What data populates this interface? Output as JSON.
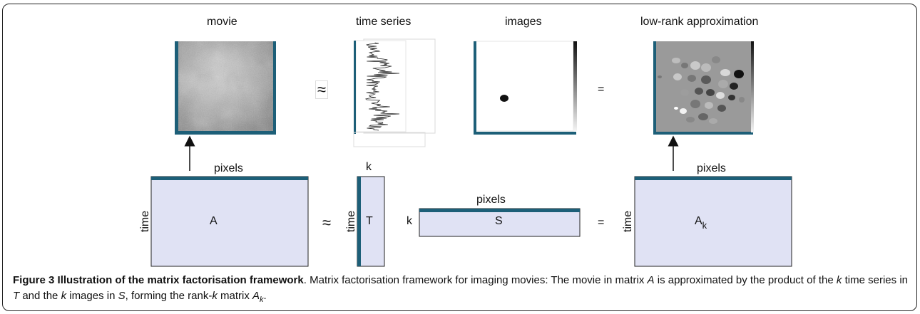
{
  "panels": {
    "movie_label": "movie",
    "time_series_label": "time series",
    "images_label": "images",
    "lowrank_label": "low-rank approximation",
    "approx_symbol": "≈",
    "equals_symbol": "="
  },
  "matrices": {
    "pixels_label": "pixels",
    "time_label": "time",
    "k_label": "k",
    "A_label": "A",
    "T_label": "T",
    "S_label": "S",
    "Ak_base": "A",
    "Ak_sub": "k"
  },
  "caption": {
    "title": "Figure 3 Illustration of the matrix factorisation framework",
    "text_1": ". Matrix factorisation framework for imaging movies: The movie in matrix ",
    "A": "A",
    "text_2": " is approximated by the product of the ",
    "k1": "k",
    "text_3": " time series in ",
    "T": "T",
    "text_4": " and the ",
    "k2": "k",
    "text_5": " images in ",
    "S": "S",
    "text_6": ", forming the rank-",
    "k3": "k",
    "text_7": " matrix ",
    "Ak": "A",
    "Ak_sub": "k",
    "text_8": "."
  },
  "colors": {
    "matrix_fill": "#e0e2f4",
    "accent": "#1d5f78",
    "background_gray": "#9a9a9a"
  }
}
